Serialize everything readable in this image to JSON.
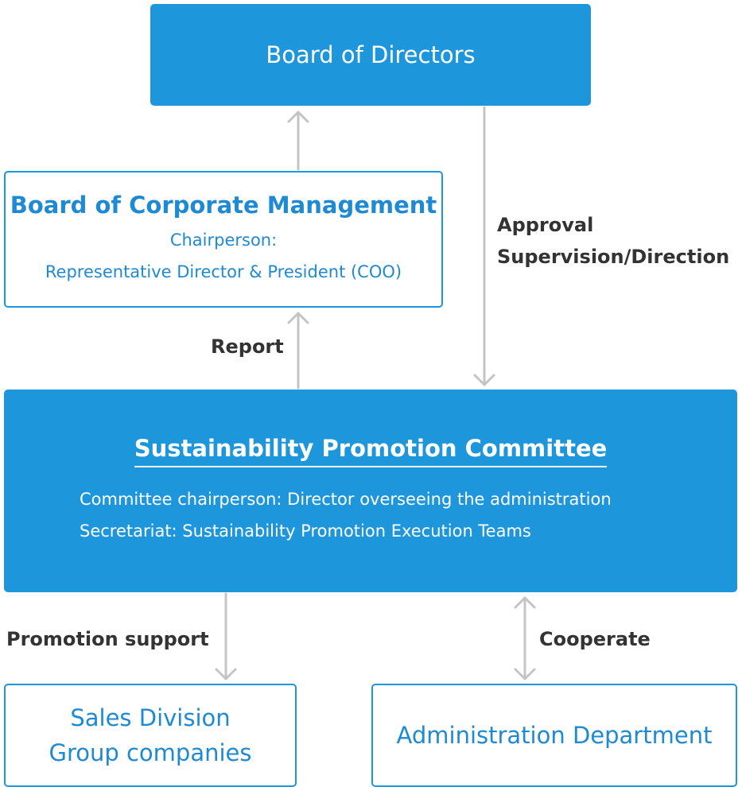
{
  "board_of_directors": {
    "title": "Board of Directors"
  },
  "board_of_corporate_management": {
    "title": "Board of Corporate Management",
    "chairperson_label": "Chairperson:",
    "chairperson_value": "Representative Director & President (COO)"
  },
  "committee": {
    "title": "Sustainability Promotion Committee",
    "chairperson_line": "Committee chairperson: Director overseeing the administration",
    "secretariat_line": "Secretariat: Sustainability Promotion Execution Teams"
  },
  "sales_box": {
    "line1": "Sales Division",
    "line2": "Group companies"
  },
  "admin_box": {
    "title": "Administration Department"
  },
  "arrow_labels": {
    "approval": "Approval",
    "supervision": "Supervision/Direction",
    "report": "Report",
    "promotion_support": "Promotion support",
    "cooperate": "Cooperate"
  },
  "colors": {
    "primary_blue": "#1e96dc",
    "text_blue": "#1e8ad3",
    "arrow_gray": "#c4c4c4",
    "label_dark": "#333333"
  }
}
